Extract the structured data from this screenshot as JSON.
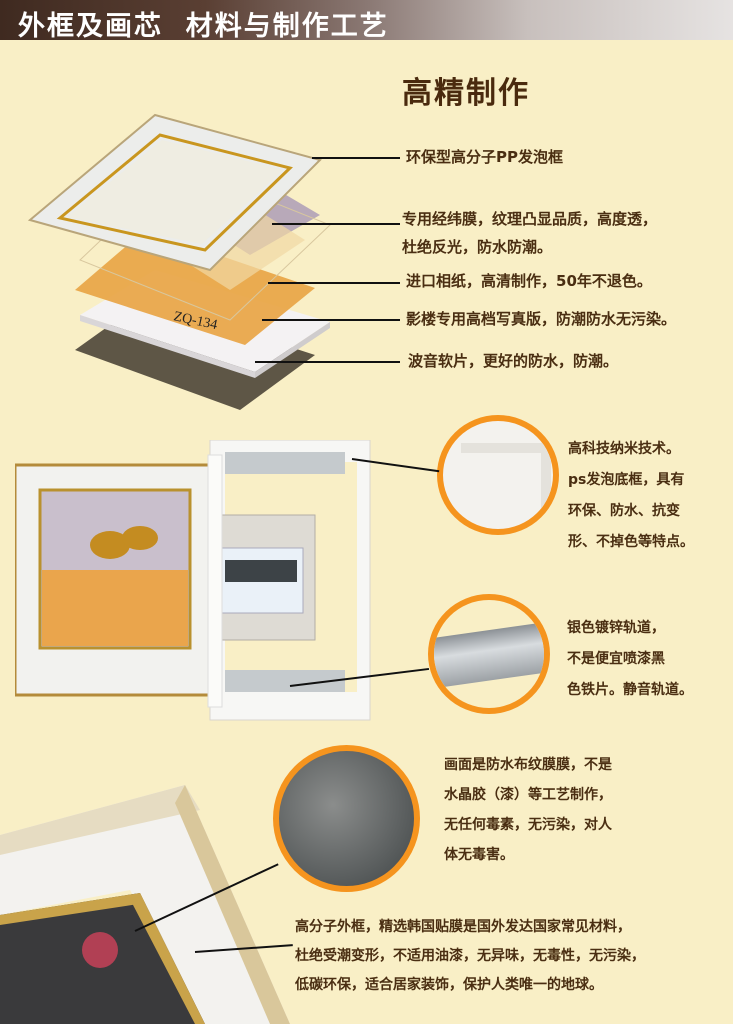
{
  "banner": {
    "title": "外框及画芯  材料与制作工艺"
  },
  "section1": {
    "heading": "高精制作",
    "callouts": [
      {
        "text": "环保型高分子PP发泡框"
      },
      {
        "line1": "专用经纬膜，纹理凸显品质，高度透，",
        "line2": "杜绝反光，防水防潮。"
      },
      {
        "text": "进口相纸，高清制作，50年不退色。"
      },
      {
        "text": "影楼专用高档写真版，防潮防水无污染。"
      },
      {
        "text": "波音软片，更好的防水，防潮。"
      }
    ],
    "photo_label": "ZQ-134"
  },
  "section2": {
    "callout_frame": [
      "高科技纳米技术。",
      "ps发泡底框，具有",
      "环保、防水、抗变",
      "形、不掉色等特点。"
    ],
    "callout_rail": [
      "银色镀锌轨道，",
      "不是便宜喷漆黑",
      "色铁片。静音轨道。"
    ]
  },
  "section3": {
    "callout_film": [
      "画面是防水布纹膜膜，不是",
      "水晶胶（漆）等工艺制作，",
      "无任何毒素，无污染，对人",
      "体无毒害。"
    ],
    "callout_outer": [
      "高分子外框，精选韩国贴膜是国外发达国家常见材料，",
      "杜绝受潮变形，不适用油漆，无异味，无毒性，无污染，",
      "低碳环保，适合居家装饰，保护人类唯一的地球。"
    ]
  },
  "colors": {
    "background": "#f9efc6",
    "accent_orange": "#f5941e",
    "text_brown": "#4a2e12"
  }
}
